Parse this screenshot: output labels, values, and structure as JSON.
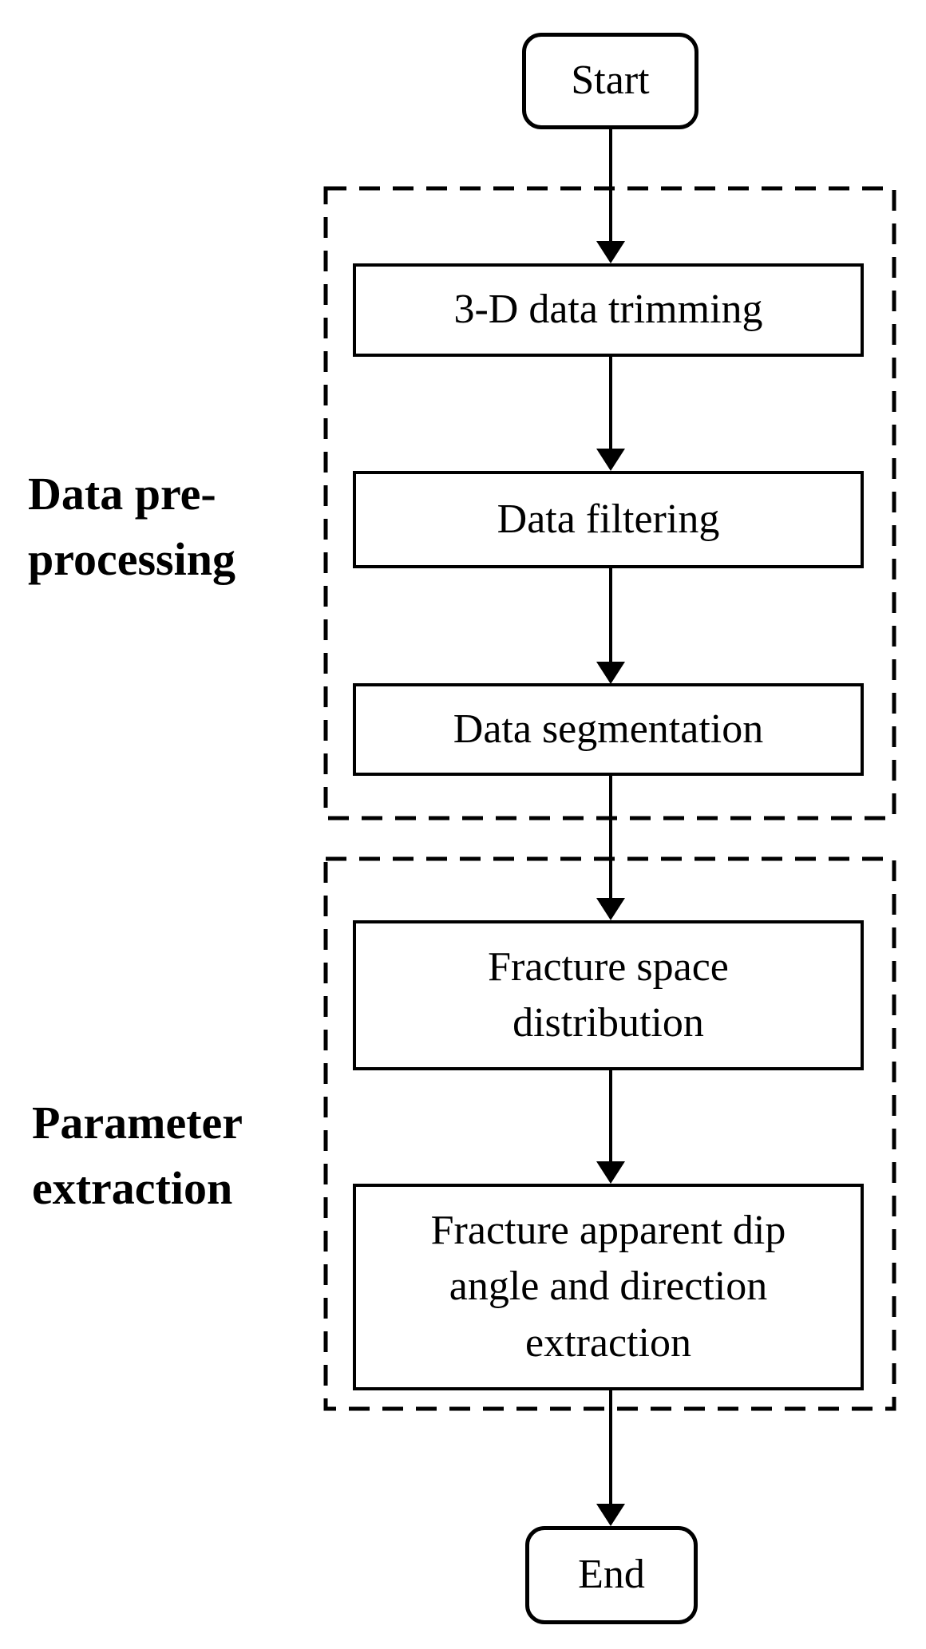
{
  "nodes": {
    "start": {
      "label": "Start"
    },
    "trimming": {
      "label": "3-D data trimming"
    },
    "filtering": {
      "label": "Data filtering"
    },
    "segmentation": {
      "label": "Data segmentation"
    },
    "space": {
      "label": "Fracture space distribution"
    },
    "dip": {
      "label": "Fracture apparent dip angle and direction extraction"
    },
    "end": {
      "label": "End"
    }
  },
  "group_labels": {
    "preprocessing": {
      "line1": "Data pre-",
      "line2": "processing"
    },
    "extraction": {
      "line1": "Parameter",
      "line2": "extraction"
    }
  },
  "flow": {
    "edges": [
      {
        "from": "Start",
        "to": "3-D data trimming"
      },
      {
        "from": "3-D data trimming",
        "to": "Data filtering"
      },
      {
        "from": "Data filtering",
        "to": "Data segmentation"
      },
      {
        "from": "Data segmentation",
        "to": "Fracture space distribution"
      },
      {
        "from": "Fracture space distribution",
        "to": "Fracture apparent dip angle and direction extraction"
      },
      {
        "from": "Fracture apparent dip angle and direction extraction",
        "to": "End"
      }
    ],
    "groups": [
      {
        "label": "Data pre-processing",
        "contains": [
          "3-D data trimming",
          "Data filtering",
          "Data segmentation"
        ]
      },
      {
        "label": "Parameter extraction",
        "contains": [
          "Fracture space distribution",
          "Fracture apparent dip angle and direction extraction"
        ]
      }
    ]
  },
  "colors": {
    "stroke": "#000000",
    "text": "#000000",
    "background": "#ffffff"
  }
}
